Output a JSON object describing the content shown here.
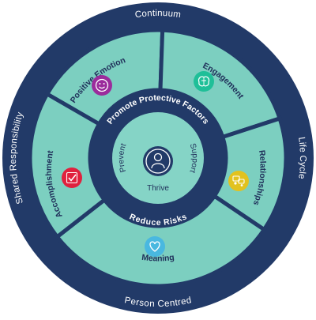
{
  "outer_ring": {
    "top": "Continuum",
    "right": "Life Cycle",
    "bottom": "Person Centred",
    "left": "Shared Responsibility"
  },
  "segments": [
    {
      "label": "Positive Emotion",
      "icon": "smiley-face-icon",
      "color": "#9b2c9c"
    },
    {
      "label": "Engagement",
      "icon": "brain-icon",
      "color": "#1fbf98"
    },
    {
      "label": "Relationships",
      "icon": "people-chat-icon",
      "color": "#e2c21f"
    },
    {
      "label": "Meaning",
      "icon": "heart-icon",
      "color": "#49b8e0"
    },
    {
      "label": "Accomplishment",
      "icon": "checkmark-icon",
      "color": "#e0213e"
    }
  ],
  "core_ring": {
    "top": "Promote Protective Factors",
    "bottom": "Reduce Risks"
  },
  "center": {
    "left": "Prevent",
    "right": "Support",
    "bottom": "Thrive",
    "icon": "person-icon"
  },
  "colors": {
    "navy": "#223a68",
    "segment_fill": "#7ccfc0",
    "center_fill": "#85d4c6"
  }
}
